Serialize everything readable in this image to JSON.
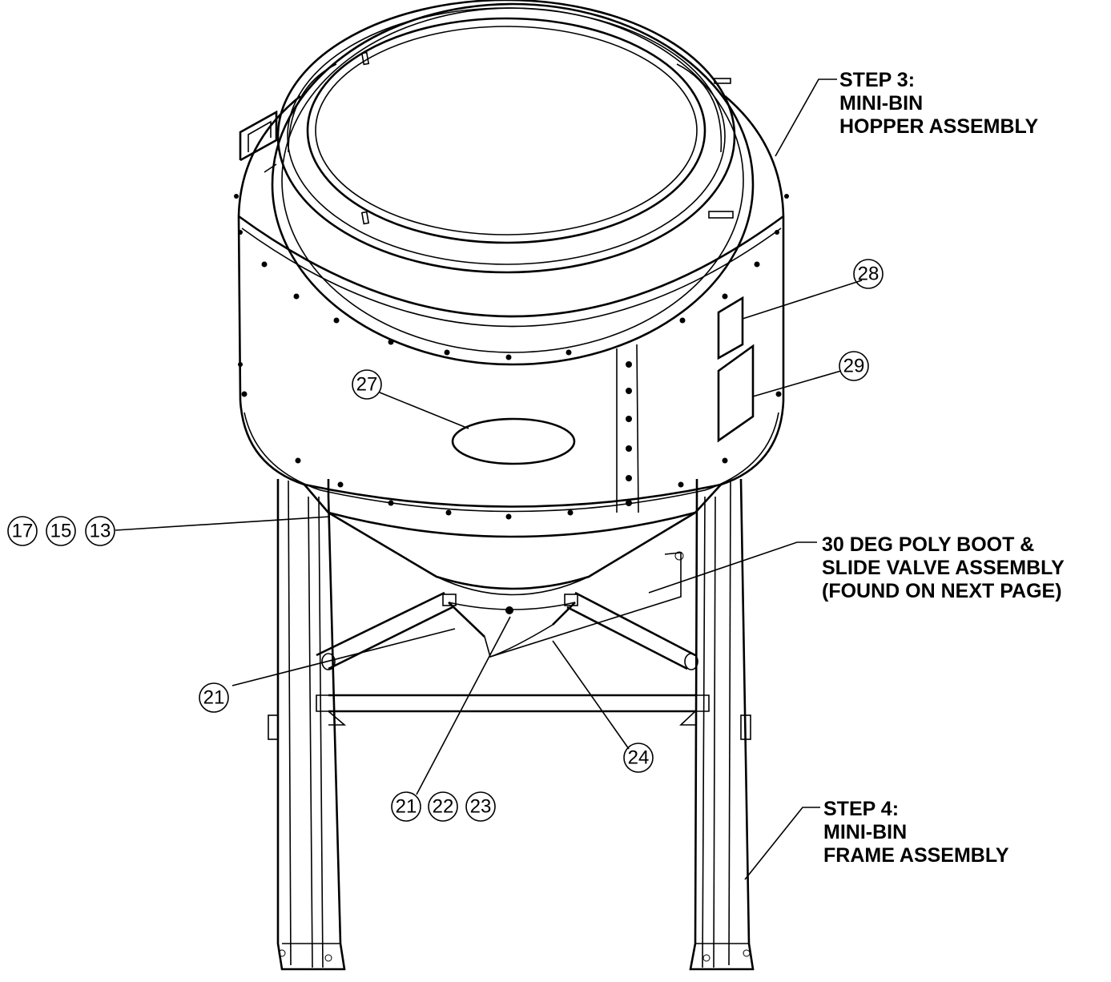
{
  "callouts": {
    "step3": {
      "line1": "STEP 3:",
      "line2": "MINI-BIN",
      "line3": "HOPPER ASSEMBLY"
    },
    "boot": {
      "line1": "30 DEG POLY BOOT &",
      "line2": "SLIDE VALVE ASSEMBLY",
      "line3": "(FOUND ON NEXT PAGE)"
    },
    "step4": {
      "line1": "STEP 4:",
      "line2": "MINI-BIN",
      "line3": "FRAME ASSEMBLY"
    }
  },
  "balloons": [
    {
      "id": "b28",
      "label": "28"
    },
    {
      "id": "b29",
      "label": "29"
    },
    {
      "id": "b27",
      "label": "27"
    },
    {
      "id": "b17",
      "label": "17"
    },
    {
      "id": "b15",
      "label": "15"
    },
    {
      "id": "b13",
      "label": "13"
    },
    {
      "id": "b21a",
      "label": "21"
    },
    {
      "id": "b24",
      "label": "24"
    },
    {
      "id": "b21b",
      "label": "21"
    },
    {
      "id": "b22",
      "label": "22"
    },
    {
      "id": "b23",
      "label": "23"
    }
  ]
}
